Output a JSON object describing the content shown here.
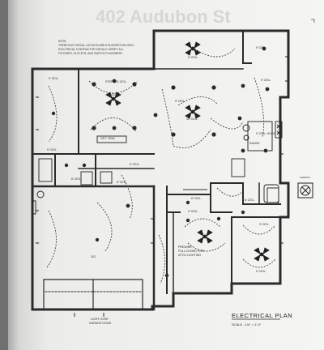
{
  "header": {
    "address": "402 Audubon St"
  },
  "notes": {
    "line1": "NOTE:",
    "line2": "THESE ELECTRICAL LAYOUTS ARE A SUGGESTION ONLY.",
    "line3": "ELECTRICAL CONTRACTOR SHOULD VERIFY ALL",
    "line4": "FIXTURES, OUTLETS, AND SWITCH PLACEMENT."
  },
  "rooms": {
    "stepped_ceil": "STEPPED CEIL.",
    "ceil_10": "10' CEIL.",
    "opt_tray": "OPT. TRAY",
    "ceil_9_a": "9' CEIL.",
    "ceil_9_b": "9' CEIL.",
    "ceil_9_c": "9' CEIL.",
    "ceil_9_d": "9' CEIL.",
    "ceil_9_e": "9' CEIL.",
    "ceil_9_f": "9' CEIL.",
    "ceil_9_g": "9' CEIL.",
    "ceil_9_h": "9' CEIL.",
    "ceil_9_i": "9' CEIL.",
    "ceil_9_j": "9' CEIL.",
    "ceil_8_a": "8' CEIL.",
    "ceil_8_b": "8' CEIL.",
    "ceil_8_c": "8' CEIL.",
    "ceil_8_d": "8' CEIL.",
    "ceil_10_b": "10' CEIL.",
    "pre_wire_1": "PREWIRE",
    "pre_wire_2": "FULL CHORD FOR",
    "pre_wire_3": "ATTIC LIGHTING",
    "garage_ceil": "10'1",
    "light_over": "LIGHT OVER",
    "garage_door": "GARAGE DOOR",
    "carbon": "CARBON",
    "range": "RANGE",
    "ceil_9_hood": "9' CEIL. HOOD"
  },
  "title_block": {
    "title": "ELECTRICAL PLAN",
    "scale": "SCALE - 1/4\" = 1'-0\""
  }
}
